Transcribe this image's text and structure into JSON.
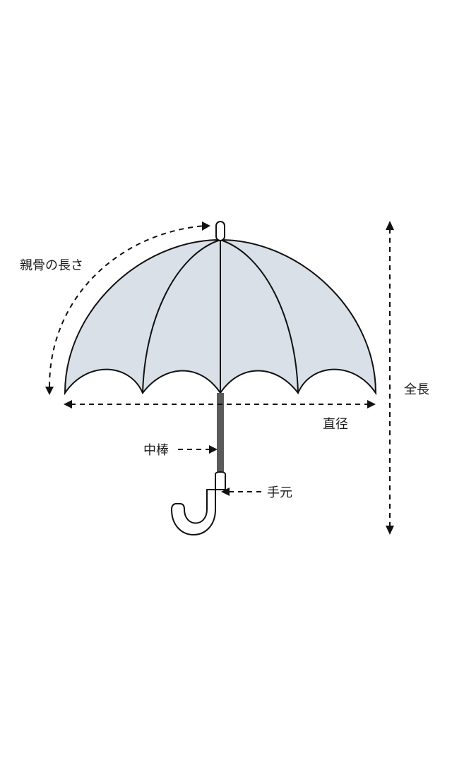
{
  "labels": {
    "rib_length": "親骨の長さ",
    "diameter": "直径",
    "total_length": "全長",
    "shaft": "中棒",
    "handle": "手元"
  },
  "colors": {
    "canopy": "#d9e0e7",
    "shaft": "#5a5a5a",
    "outline": "#111111"
  }
}
